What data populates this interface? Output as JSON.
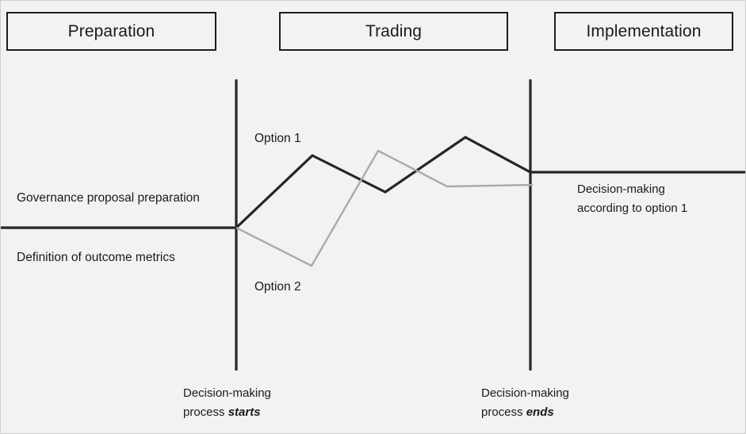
{
  "phases": [
    {
      "id": "preparation",
      "label": "Preparation"
    },
    {
      "id": "trading",
      "label": "Trading"
    },
    {
      "id": "implementation",
      "label": "Implementation"
    }
  ],
  "annotations": {
    "governance": "Governance proposal preparation",
    "definition": "Definition of outcome metrics",
    "option1": "Option 1",
    "option2": "Option 2",
    "decision_right_line1": "Decision-making",
    "decision_right_line2": "according to option 1",
    "start_line1": "Decision-making",
    "start_line2_prefix": "process ",
    "start_line2_emph": "starts",
    "end_line1": "Decision-making",
    "end_line2_prefix": "process ",
    "end_line2_emph": "ends"
  },
  "colors": {
    "background": "#f2f2f2",
    "box_border": "#1c1c1c",
    "text": "#1a1a1a",
    "option1_line": "#262626",
    "option2_line": "#aaaaaa",
    "axis_line": "#262626"
  },
  "chart_data": {
    "type": "line",
    "title": "",
    "xlabel": "",
    "ylabel": "",
    "grid": false,
    "legend": "inline-labels",
    "axis_markers": {
      "baseline_left_y": 286,
      "baseline_right_y": 216,
      "divider_start_x": 297,
      "divider_end_x": 668,
      "divider_top_y": 99,
      "divider_bottom_y": 466
    },
    "series": [
      {
        "name": "Option 1",
        "color": "#262626",
        "points": [
          [
            0,
            286
          ],
          [
            297,
            286
          ],
          [
            393,
            195
          ],
          [
            485,
            241
          ],
          [
            586,
            172
          ],
          [
            668,
            216
          ],
          [
            941,
            216
          ]
        ]
      },
      {
        "name": "Option 2",
        "color": "#aaaaaa",
        "points": [
          [
            297,
            286
          ],
          [
            392,
            334
          ],
          [
            476,
            189
          ],
          [
            563,
            234
          ],
          [
            671,
            232
          ]
        ]
      }
    ]
  }
}
